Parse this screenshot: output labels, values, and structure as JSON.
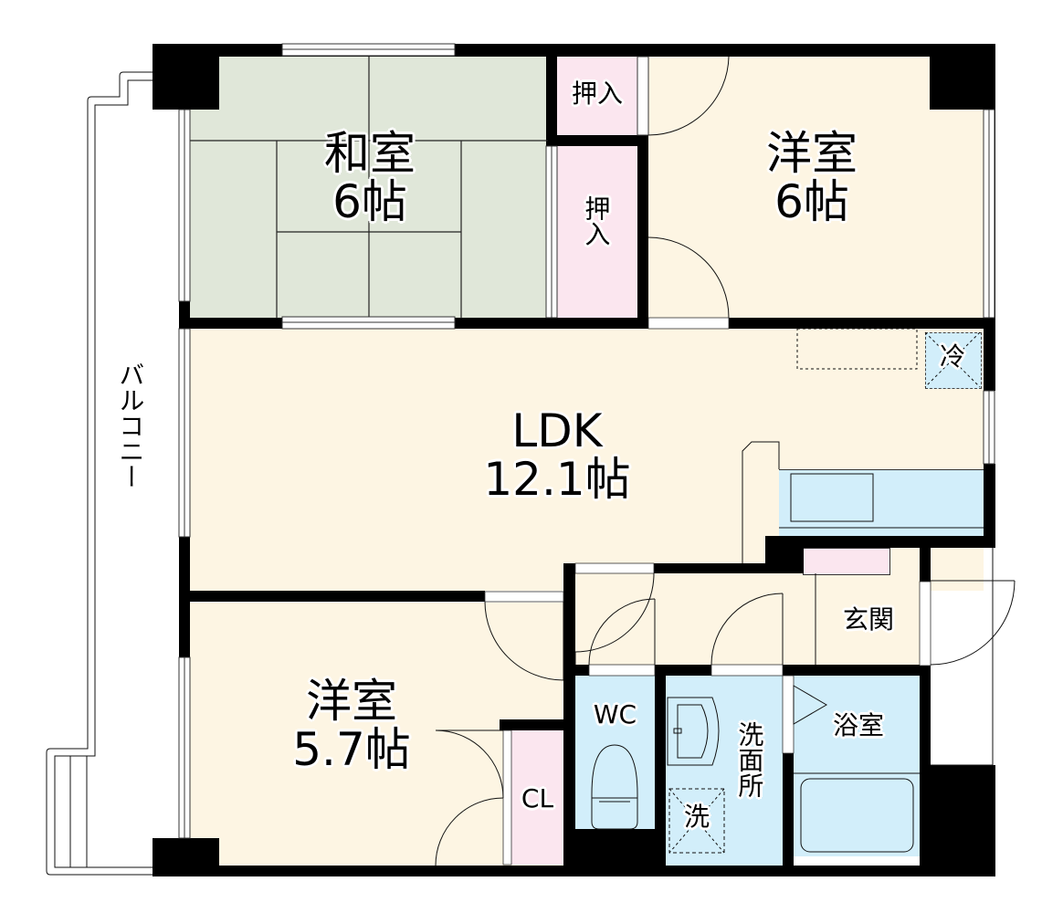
{
  "floorplan": {
    "colors": {
      "wall": "#000000",
      "washitsu": "#e0e7d9",
      "yoshitsu": "#fdf5e3",
      "closet": "#fbe6ef",
      "wet": "#d2eefa",
      "background": "#ffffff"
    },
    "rooms": {
      "washitsu": {
        "name": "和室",
        "size": "6帖"
      },
      "yoshitsu_ne": {
        "name": "洋室",
        "size": "6帖"
      },
      "oshiire_top": {
        "name": "押入"
      },
      "oshiire_mid": {
        "name": "押入"
      },
      "ldk": {
        "name": "LDK",
        "size": "12.1帖"
      },
      "yoshitsu_sw": {
        "name": "洋室",
        "size": "5.7帖"
      },
      "closet": {
        "name": "CL"
      },
      "wc": {
        "name": "WC"
      },
      "senmenjo": {
        "name": "洗面所"
      },
      "washer": {
        "name": "洗"
      },
      "bath": {
        "name": "浴室"
      },
      "genkan": {
        "name": "玄関"
      },
      "fridge": {
        "name": "冷"
      },
      "balcony": {
        "name": "バルコニー"
      }
    }
  }
}
